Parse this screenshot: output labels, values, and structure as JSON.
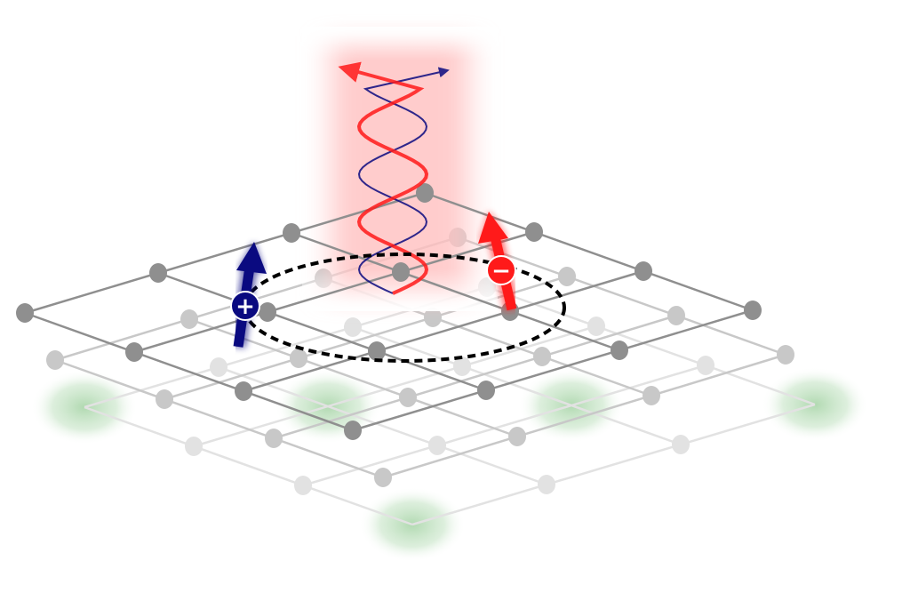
{
  "diagram": {
    "description_labels": {
      "positive_charge": "+",
      "negative_charge": "−"
    },
    "colors": {
      "top_lattice": "#8f8f8f",
      "middle_lattice": "#c8c8c8",
      "bottom_lattice": "#e2e2e2",
      "green_glow": "#a8d5a8",
      "red": "#ff1a1a",
      "red_glow": "#ffb3b3",
      "navy": "#0a0a80",
      "dashed_loop": "#000000"
    },
    "icons": [
      "spin-up-arrow-navy",
      "spin-up-arrow-red",
      "helix-wave",
      "dashed-loop"
    ]
  }
}
